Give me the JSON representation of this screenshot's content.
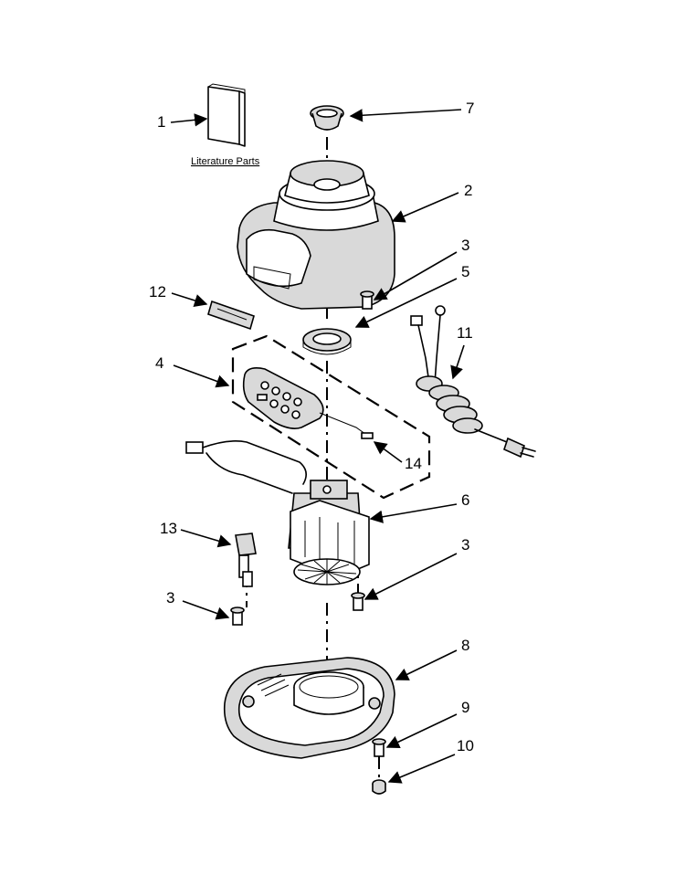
{
  "callouts": {
    "n1": "1",
    "n2": "2",
    "n3a": "3",
    "n3b": "3",
    "n3c": "3",
    "n4": "4",
    "n5": "5",
    "n6": "6",
    "n7": "7",
    "n8": "8",
    "n9": "9",
    "n10": "10",
    "n11": "11",
    "n12": "12",
    "n13": "13",
    "n14": "14"
  },
  "literature_label": "Literature Parts"
}
